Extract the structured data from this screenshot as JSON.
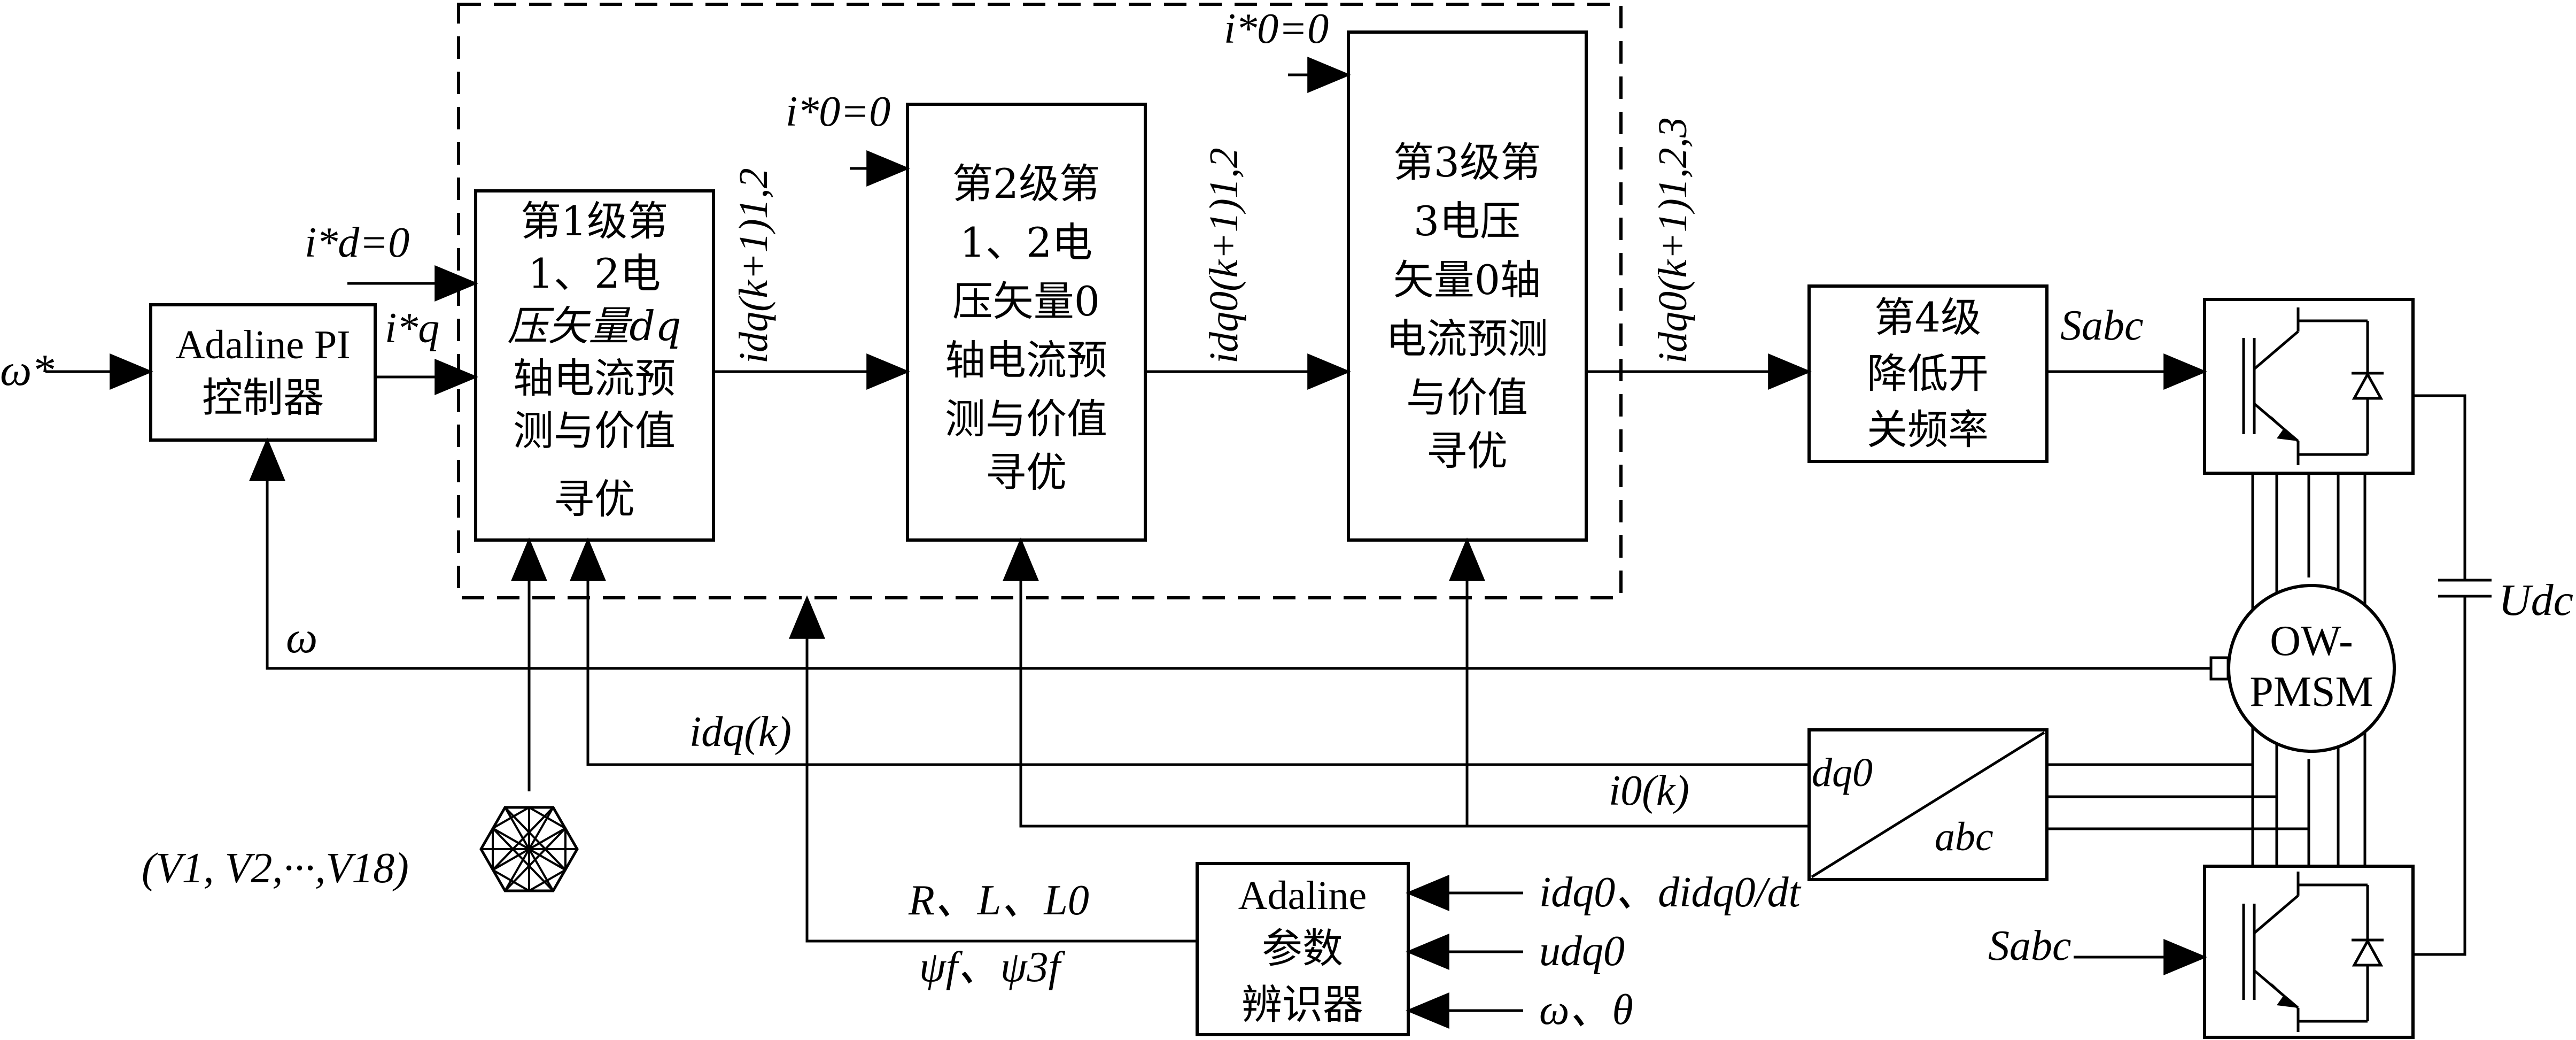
{
  "blocks": {
    "adaline_pi": [
      "Adaline PI",
      "控制器"
    ],
    "stage1": [
      "第1级第",
      "1、2电",
      "压矢量dq",
      "轴电流预",
      "测与价值",
      "寻优"
    ],
    "stage2": [
      "第2级第",
      "1、2电",
      "压矢量0",
      "轴电流预",
      "测与价值",
      "寻优"
    ],
    "stage3": [
      "第3级第",
      "3电压",
      "矢量0轴",
      "电流预测",
      "与价值",
      "寻优"
    ],
    "stage4": [
      "第4级",
      "降低开",
      "关频率"
    ],
    "identifier": [
      "Adaline",
      "参数",
      "辨识器"
    ],
    "motor": [
      "OW-",
      "PMSM"
    ],
    "transform_top": "dq0",
    "transform_bottom": "abc"
  },
  "signals": {
    "omega_ref": "ω*",
    "omega": "ω",
    "id_ref": "i*d=0",
    "iq_ref": "i*q",
    "i0_ref_stage2": "i*0=0",
    "i0_ref_stage3": "i*0=0",
    "out_stage1": "idq(k+1)1,2",
    "out_stage2": "idq0(k+1)1,2",
    "out_stage3": "idq0(k+1)1,2,3",
    "sabc_top": "Sabc",
    "sabc_bottom": "Sabc",
    "udc": "Udc",
    "idq_k": "idq(k)",
    "i0_k": "i0(k)",
    "params_1": "R、L、L0",
    "params_2": "ψf、ψ3f",
    "id_in_1": "idq0、didq0/dt",
    "id_in_2": "udq0",
    "id_in_3": "ω、θ",
    "voltage_vectors": "(V1, V2,···,V18)"
  },
  "colors": {
    "line": "#000000",
    "background": "#ffffff"
  }
}
